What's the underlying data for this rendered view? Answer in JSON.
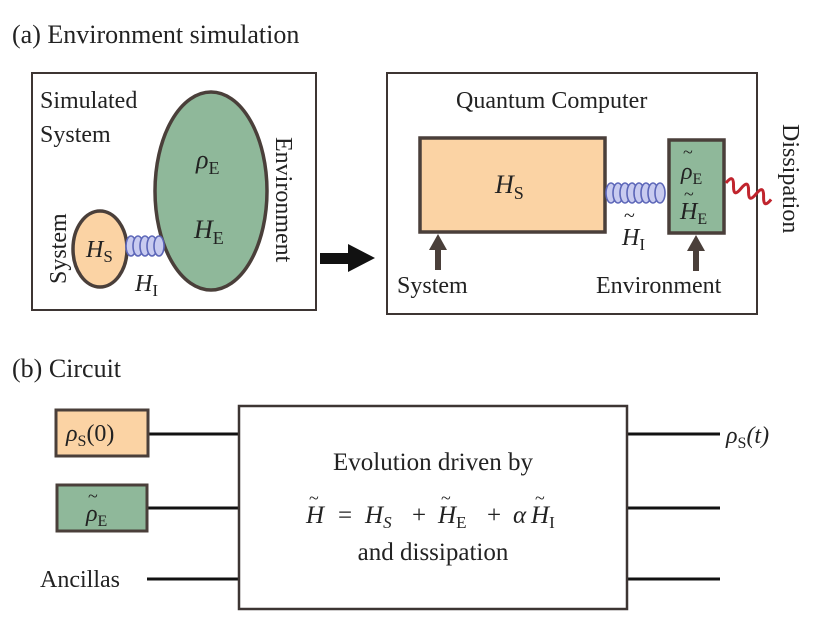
{
  "colors": {
    "orange_fill": "#fbd3a4",
    "green_fill": "#8fb89a",
    "box_stroke": "#4a3f3a",
    "spring_fill": "#c8cbf0",
    "spring_stroke": "#5c66b8",
    "dissipation_wave": "#c0242d",
    "arrow": "#4a3f3a",
    "line": "#111111"
  },
  "panel_a": {
    "heading": "(a) Environment simulation",
    "left_box": {
      "simulated_system_line1": "Simulated",
      "simulated_system_line2": "System",
      "environment_label": "Environment",
      "system_label": "System",
      "env_rho": "ρ",
      "env_rho_sub": "E",
      "env_H": "H",
      "env_H_sub": "E",
      "sys_H": "H",
      "sys_H_sub": "S",
      "coupling_H": "H",
      "coupling_H_sub": "I"
    },
    "right_box": {
      "title": "Quantum Computer",
      "system_H": "H",
      "system_H_sub": "S",
      "env_rho": "ρ",
      "env_rho_sub": "E",
      "env_H": "H",
      "env_H_sub": "E",
      "coupling_H": "H",
      "coupling_H_sub": "I",
      "tilde": "~",
      "system_arrow_label": "System",
      "environment_arrow_label": "Environment",
      "dissipation_label": "Dissipation"
    }
  },
  "panel_b": {
    "heading": "(b) Circuit",
    "input_rho_s": "ρ",
    "input_rho_s_sub": "S",
    "input_rho_s_arg": "(0)",
    "input_rho_e": "ρ",
    "input_rho_e_sub": "E",
    "ancillas_label": "Ancillas",
    "box_line1": "Evolution driven by",
    "eq_H": "H",
    "eq_equals": "=",
    "eq_HS": "H",
    "eq_HS_sub": "S",
    "eq_plus1": "+",
    "eq_HE": "H",
    "eq_HE_sub": "E",
    "eq_plus2": "+",
    "eq_alpha": "α",
    "eq_HI": "H",
    "eq_HI_sub": "I",
    "box_line3": "and dissipation",
    "output_rho": "ρ",
    "output_rho_sub": "S",
    "output_rho_arg": "(t)"
  }
}
